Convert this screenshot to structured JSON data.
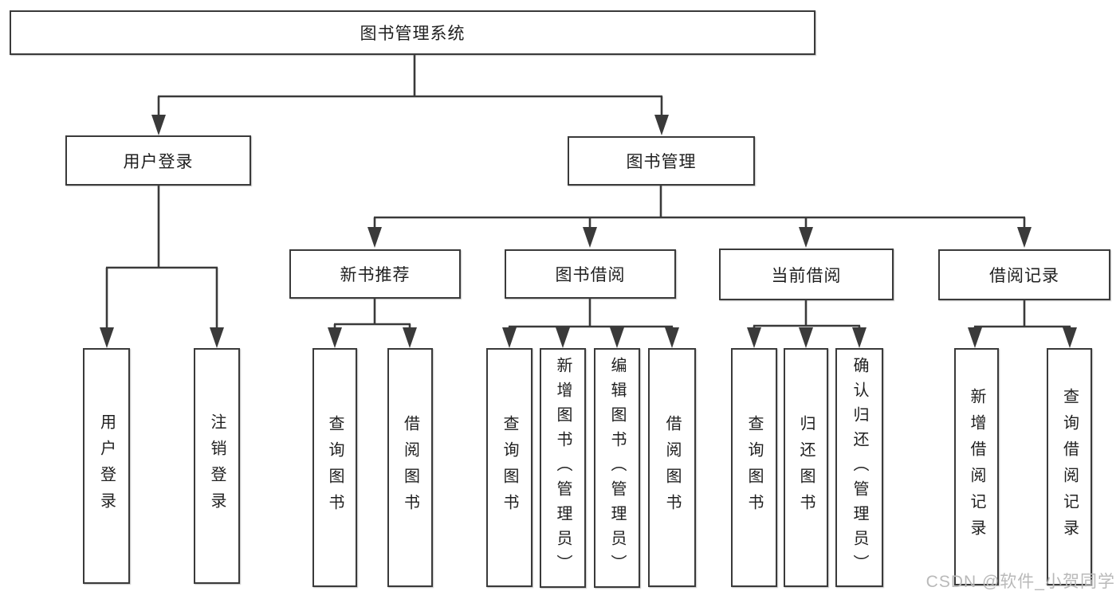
{
  "diagram": {
    "root": {
      "label": "图书管理系统"
    },
    "branches": [
      {
        "label": "用户登录",
        "children": [
          "用户登录",
          "注销登录"
        ]
      },
      {
        "label": "图书管理",
        "modules": [
          {
            "label": "新书推荐",
            "children": [
              "查询图书",
              "借阅图书"
            ]
          },
          {
            "label": "图书借阅",
            "children": [
              "查询图书",
              "新增图书（管理员）",
              "编辑图书（管理员）",
              "借阅图书"
            ]
          },
          {
            "label": "当前借阅",
            "children": [
              "查询图书",
              "归还图书",
              "确认归还（管理员）"
            ]
          },
          {
            "label": "借阅记录",
            "children": [
              "新增借阅记录",
              "查询借阅记录"
            ]
          }
        ]
      }
    ]
  },
  "watermark": {
    "text": "CSDN @软件_小贺同学",
    "color": "#b9b9b9"
  },
  "colors": {
    "line": "#3a3a3a",
    "box_border": "#3a3a3a",
    "box_background": "#ffffff",
    "page_background": "#ffffff",
    "text": "#1f1f1f"
  }
}
